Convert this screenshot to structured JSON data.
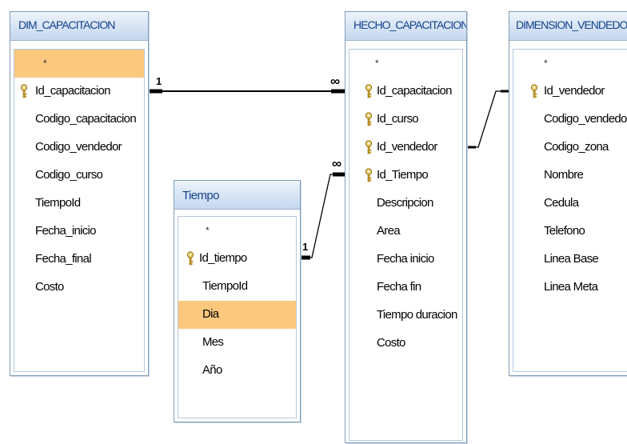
{
  "tables": {
    "dim_capacitacion": {
      "title": "DIM_CAPACITACION",
      "fields": [
        "*",
        "Id_capacitacion",
        "Codigo_capacitacion",
        "Codigo_vendedor",
        "Codigo_curso",
        "TiempoId",
        "Fecha_inicio",
        "Fecha_final",
        "Costo"
      ]
    },
    "tiempo": {
      "title": "Tiempo",
      "fields": [
        "*",
        "Id_tiempo",
        "TiempoId",
        "Dia",
        "Mes",
        "Año"
      ]
    },
    "hecho_capacitacion": {
      "title": "HECHO_CAPACITACION",
      "fields": [
        "*",
        "Id_capacitacion",
        "Id_curso",
        "Id_vendedor",
        "Id_Tiempo",
        "Descripcion",
        "Area",
        "Fecha inicio",
        "Fecha fin",
        "Tiempo duracion",
        "Costo"
      ]
    },
    "dimension_vendedor": {
      "title": "DIMENSION_VENDEDOR",
      "fields": [
        "*",
        "Id_vendedor",
        "Codigo_vendedor",
        "Codigo_zona",
        "Nombre",
        "Cedula",
        "Telefono",
        "Linea Base",
        "Linea Meta"
      ]
    }
  },
  "relationships": {
    "capacitacion_one": "1",
    "capacitacion_many": "∞",
    "tiempo_one": "1",
    "tiempo_many": "∞"
  },
  "icons": {
    "primary_key": "key-icon"
  },
  "colors": {
    "selected_row": "#fcc87e",
    "title_text": "#15428b",
    "border": "#7f9db9"
  }
}
